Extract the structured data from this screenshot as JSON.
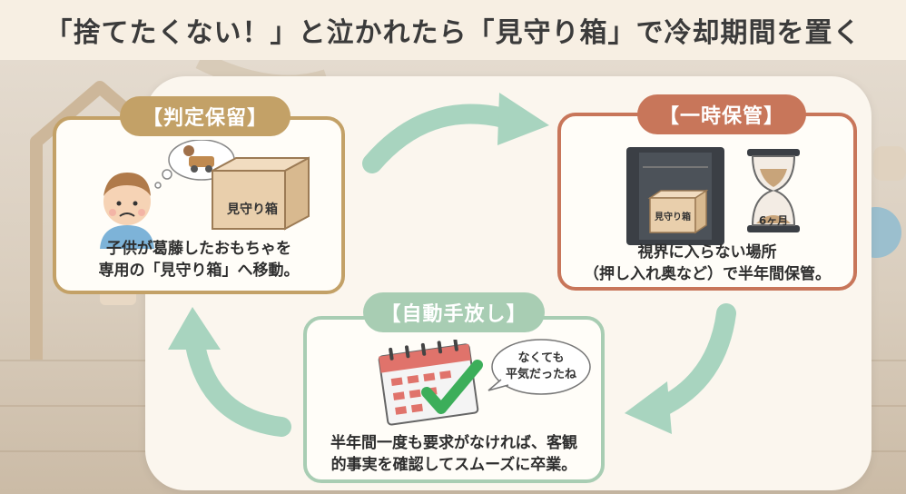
{
  "header": {
    "title": "「捨てたくない！」と泣かれたら「見守り箱」で冷却期間を置く"
  },
  "steps": [
    {
      "label": "【判定保留】",
      "caption_line1": "子供が葛藤したおもちゃを",
      "caption_line2": "専用の「見守り箱」へ移動。",
      "box_label": "見守り箱",
      "icon": "worried-child-icon"
    },
    {
      "label": "【一時保管】",
      "caption_line1": "視界に入らない場所",
      "caption_line2": "（押し入れ奥など）で半年間保管。",
      "box_label": "見守り箱",
      "hourglass_label": "6ヶ月",
      "icon": "closet-icon"
    },
    {
      "label": "【自動手放し】",
      "caption_line1": "半年間一度も要求がなければ、客観",
      "caption_line2": "的事実を確認してスムーズに卒業。",
      "bubble_line1": "なくても",
      "bubble_line2": "平気だったね",
      "icon": "calendar-check-icon"
    }
  ],
  "colors": {
    "step1": "#c3a167",
    "step2": "#c8765a",
    "step3": "#a8cdb3",
    "arrow": "#a8d4bf"
  }
}
